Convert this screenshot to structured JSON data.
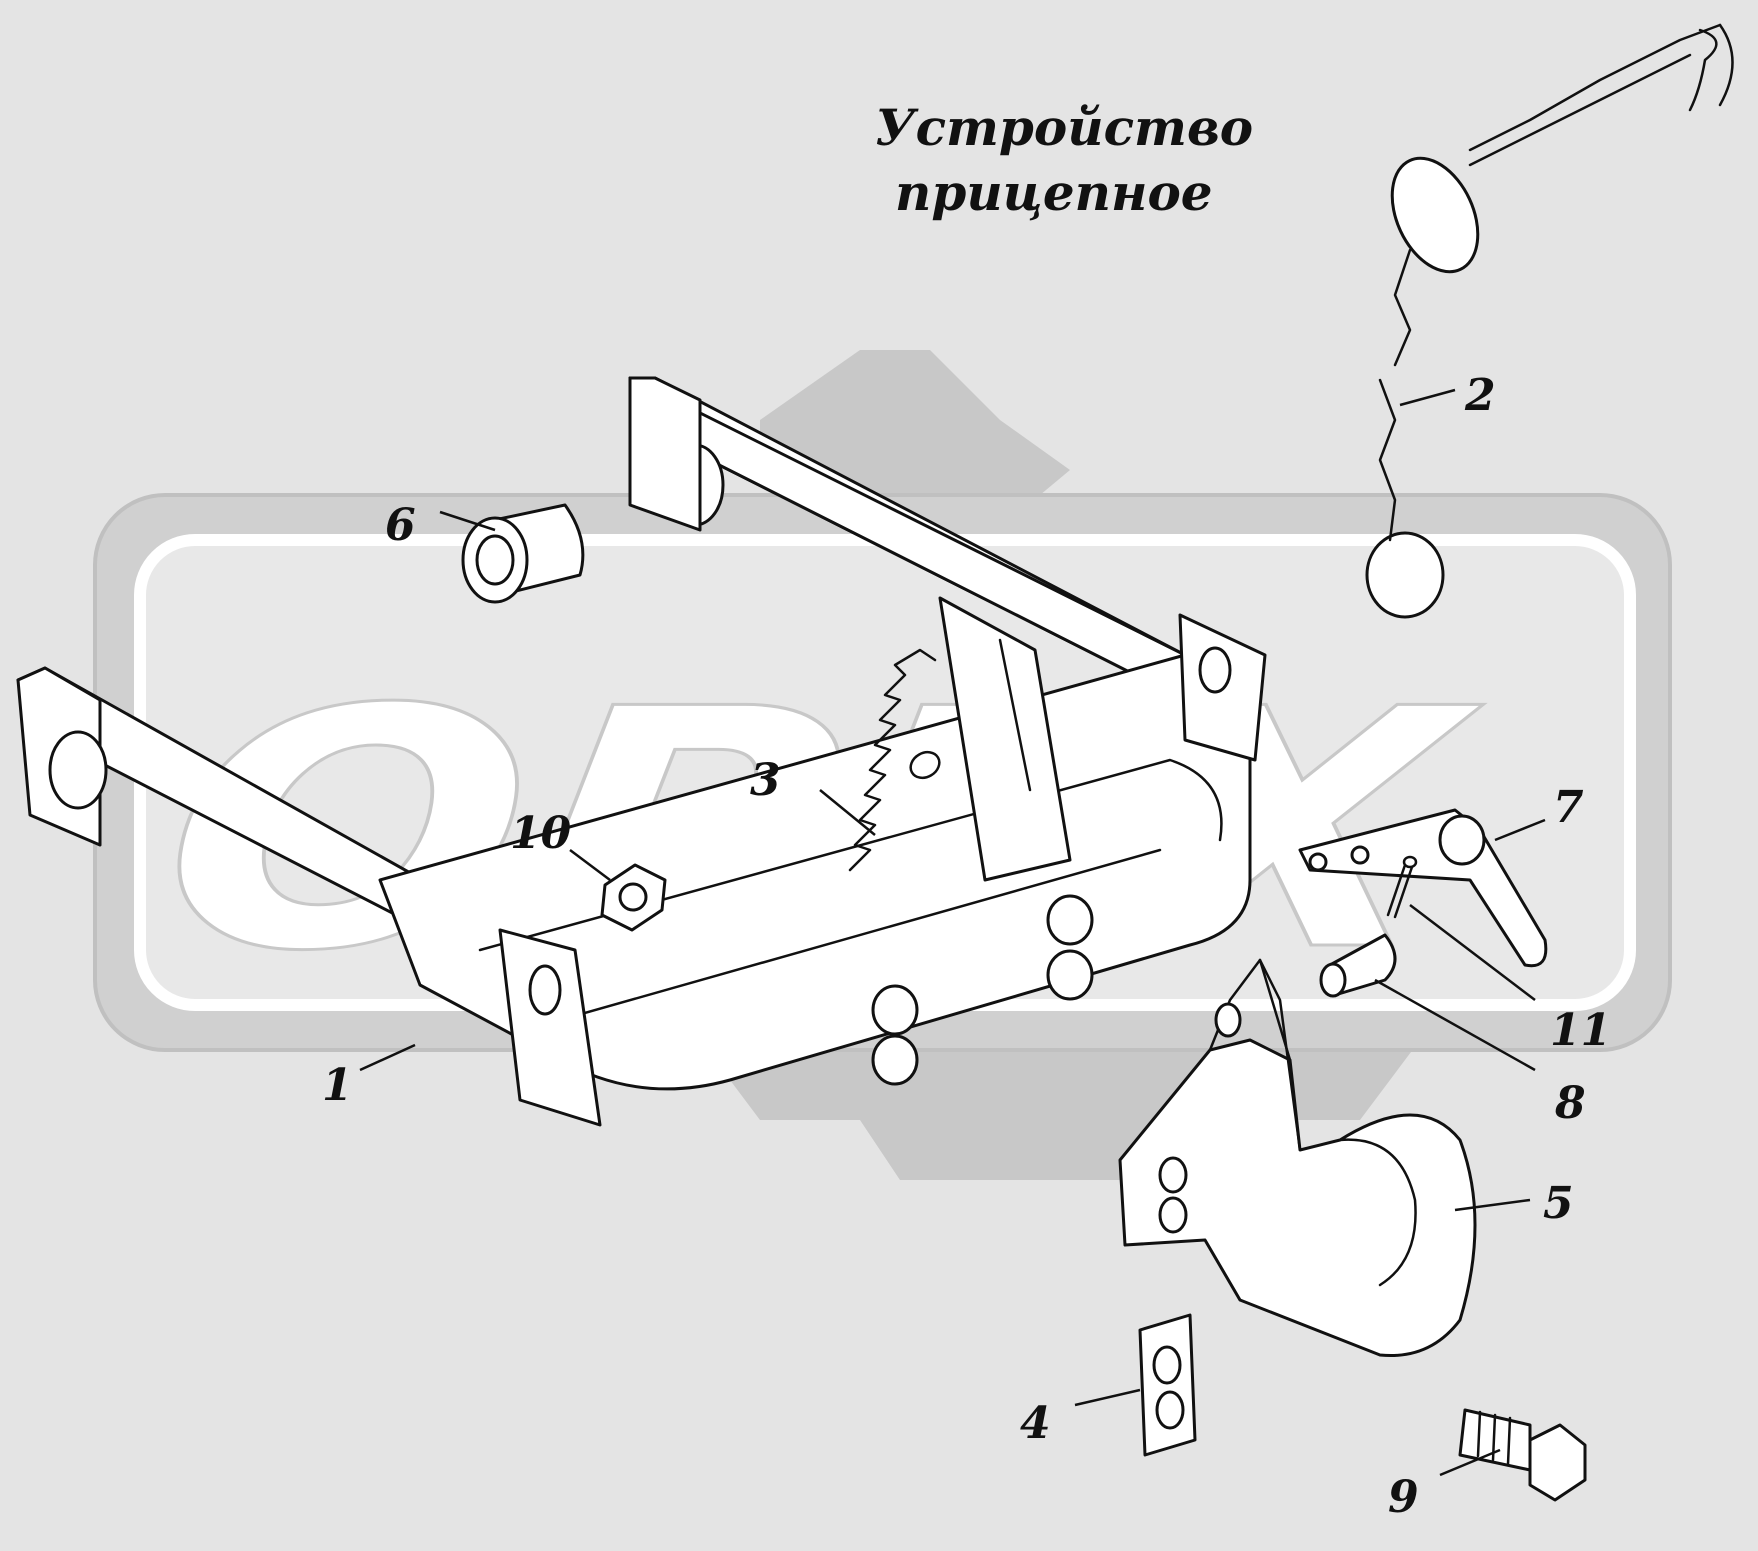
{
  "title": {
    "line1": "Устройство",
    "line2": "прицепное"
  },
  "watermark": {
    "text": "ОРЕХ",
    "color": "#c8c8c8"
  },
  "callouts": [
    {
      "label": "1"
    },
    {
      "label": "2"
    },
    {
      "label": "3"
    },
    {
      "label": "4"
    },
    {
      "label": "5"
    },
    {
      "label": "6"
    },
    {
      "label": "7"
    },
    {
      "label": "8"
    },
    {
      "label": "9"
    },
    {
      "label": "10"
    },
    {
      "label": "11"
    }
  ]
}
